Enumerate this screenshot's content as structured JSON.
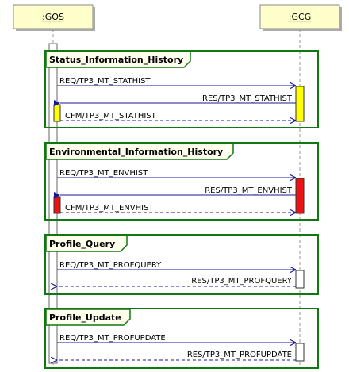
{
  "participants": {
    "gos": {
      "label": ":GOS"
    },
    "gcg": {
      "label": ":GCG"
    }
  },
  "colors": {
    "participant_fill": "#ffffcc",
    "frame_border": "#117711",
    "frame_tab_fill": "#ffffee",
    "arrow": "#1a1a99",
    "activation_yellow": "#ffff00",
    "activation_red": "#ee1111",
    "activation_plain": "#ffffff"
  },
  "frames": [
    {
      "title": "Status_Information_History",
      "messages": [
        {
          "label": "REQ/TP3_MT_STATHIST",
          "direction": "right",
          "style": "solid"
        },
        {
          "label": "RES/TP3_MT_STATHIST",
          "direction": "left",
          "style": "solid"
        },
        {
          "label": "CFM/TP3_MT_STATHIST",
          "direction": "right",
          "style": "dashed"
        }
      ],
      "activation_color": "yellow"
    },
    {
      "title": "Environmental_Information_History",
      "messages": [
        {
          "label": "REQ/TP3_MT_ENVHIST",
          "direction": "right",
          "style": "solid"
        },
        {
          "label": "RES/TP3_MT_ENVHIST",
          "direction": "left",
          "style": "solid"
        },
        {
          "label": "CFM/TP3_MT_ENVHIST",
          "direction": "right",
          "style": "dashed"
        }
      ],
      "activation_color": "red"
    },
    {
      "title": "Profile_Query",
      "messages": [
        {
          "label": "REQ/TP3_MT_PROFQUERY",
          "direction": "right",
          "style": "solid"
        },
        {
          "label": "RES/TP3_MT_PROFQUERY",
          "direction": "left",
          "style": "dashed"
        }
      ],
      "activation_color": "plain"
    },
    {
      "title": "Profile_Update",
      "messages": [
        {
          "label": "REQ/TP3_MT_PROFUPDATE",
          "direction": "right",
          "style": "solid"
        },
        {
          "label": "RES/TP3_MT_PROFUPDATE",
          "direction": "left",
          "style": "dashed"
        }
      ],
      "activation_color": "plain"
    }
  ]
}
